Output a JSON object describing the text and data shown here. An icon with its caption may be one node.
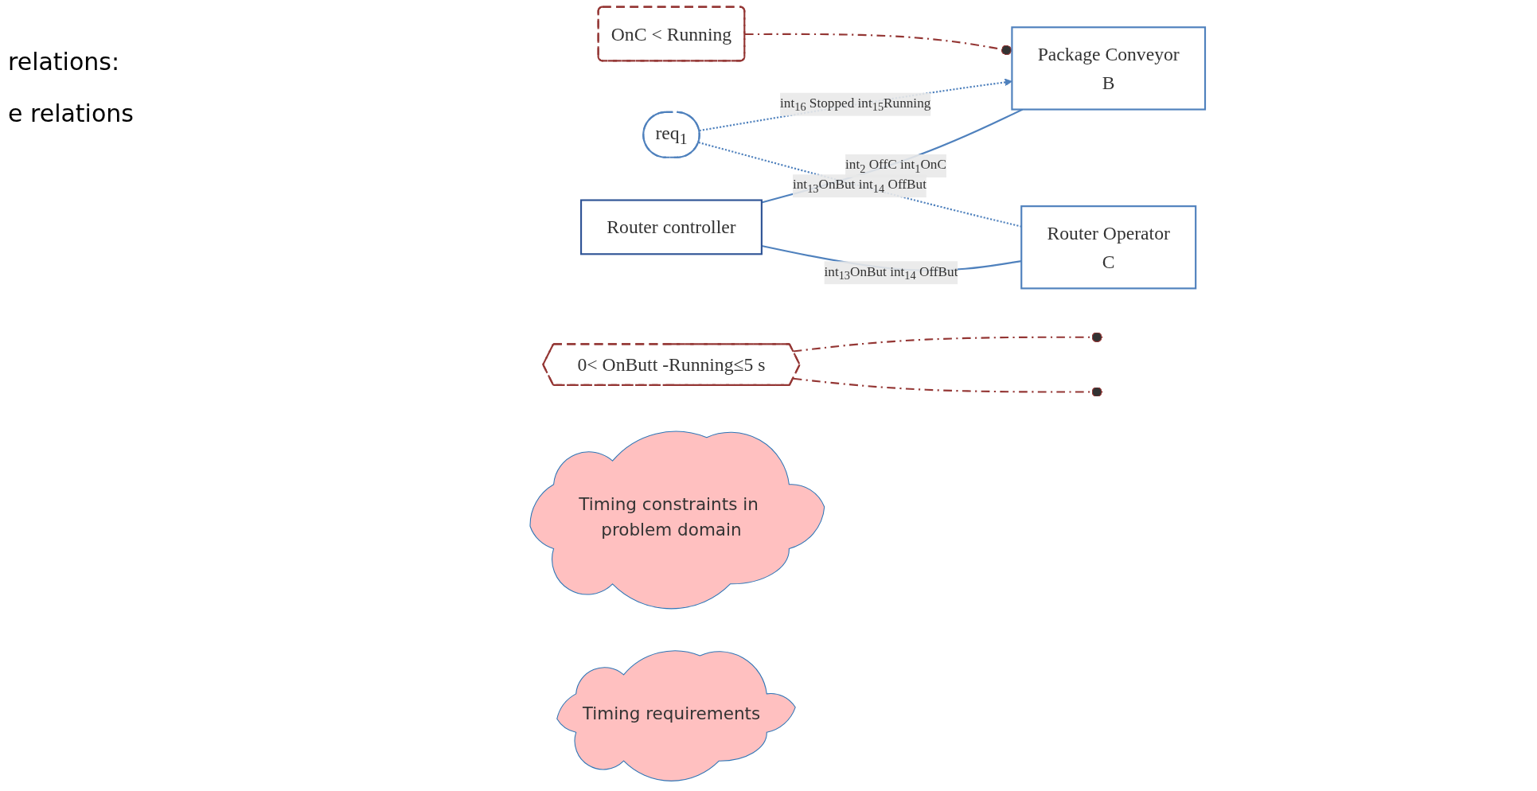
{
  "diagram": {
    "nodes": [
      {
        "text": [
          "Router controller"
        ]
      },
      {
        "text": [
          "Package Conveyor",
          "B"
        ]
      },
      {
        "text": [
          "Router Operator",
          "C"
        ]
      },
      {
        "text": [
          "req$_{1}$"
        ]
      },
      {
        "text": [
          "OnC < Running"
        ]
      },
      {
        "text": [
          "0< OnButt -Running≤5 s"
        ]
      },
      {
        "text": [
          "Timing constraints in problem domain"
        ]
      },
      {
        "text": [
          "Timing requirements"
        ]
      }
    ],
    "edges": [
      {
        "from": 0,
        "to": 1,
        "arrow": "none",
        "label": "int$_{2}$ OffC int$_{1}$OnC"
      },
      {
        "from": 0,
        "to": 2,
        "arrow": "none",
        "label": "int$_{13}$OnBut int$_{14}$ OffBut"
      },
      {
        "from": 3,
        "to": 1,
        "arrow": "to",
        "style": "dashed",
        "label": "int$_{16}$ Stopped int$_{15}$Running"
      },
      {
        "from": 3,
        "to": 2,
        "arrow": "none",
        "style": "dashed",
        "label": "int$_{13}$OnBut int$_{14}$ OffBut"
      },
      {
        "from": 4,
        "to": 1,
        "arrow": "other",
        "style": "dashed",
        "color": "#943634"
      },
      {
        "from": 5,
        "to": null,
        "arrow": "other",
        "style": "dashed",
        "color": "#943634"
      },
      {
        "from": 5,
        "to": null,
        "arrow": "other",
        "style": "dashed",
        "color": "#943634"
      }
    ],
    "labels": [
      "relations:",
      "e relations"
    ]
  }
}
